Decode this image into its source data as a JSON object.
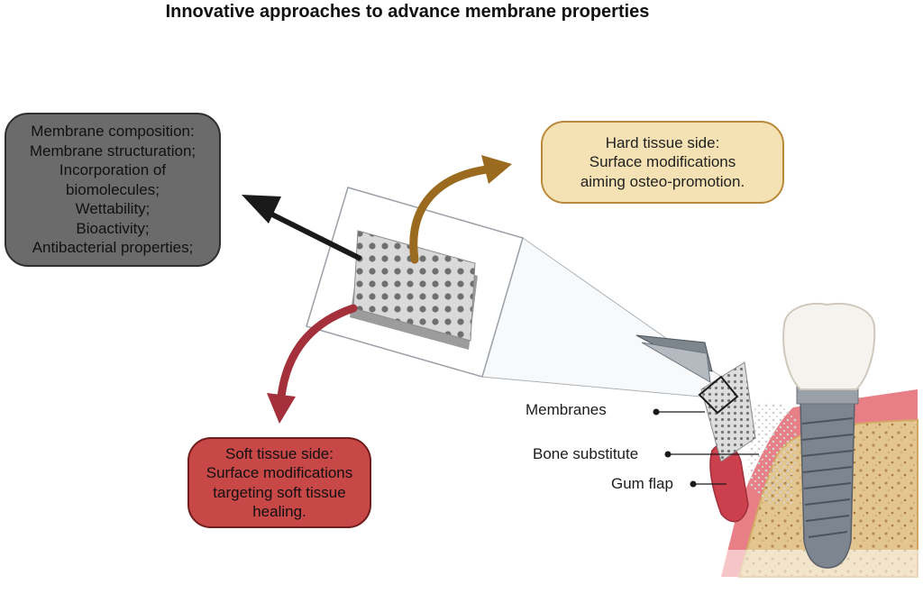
{
  "title": "Innovative approaches to advance membrane properties",
  "grey_box": {
    "lines": [
      "Membrane composition:",
      "Membrane structuration;",
      "Incorporation of",
      "biomolecules;",
      "Wettability;",
      "Bioactivity;",
      "Antibacterial properties;"
    ]
  },
  "hard_box": {
    "lines": [
      "Hard tissue side:",
      "Surface modifications",
      "aiming osteo-promotion."
    ]
  },
  "soft_box": {
    "lines": [
      "Soft tissue side:",
      "Surface modifications",
      "targeting soft tissue",
      "healing."
    ]
  },
  "labels": {
    "membranes": "Membranes",
    "bone_substitute": "Bone substitute",
    "gum_flap": "Gum flap"
  },
  "colors": {
    "grey_box": "#6b6b6b",
    "hard_box": "#f5e2b4",
    "soft_box": "#c84747",
    "arrow_black": "#1a1a1a",
    "arrow_brown": "#9a6a1f",
    "arrow_red": "#a3303a"
  }
}
